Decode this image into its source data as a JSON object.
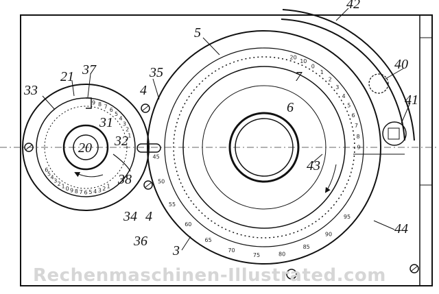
{
  "references": {
    "r33": "33",
    "r21": "21",
    "r37": "37",
    "r31": "31",
    "r20": "20",
    "r32": "32",
    "r38": "38",
    "r34": "34",
    "r36": "36",
    "r4a": "4",
    "r4b": "4",
    "r35": "35",
    "r5": "5",
    "r6": "6",
    "r7": "7",
    "r3": "3",
    "r43": "43",
    "r40": "40",
    "r41": "41",
    "r42": "42",
    "r44": "44"
  },
  "dial_labels": {
    "small_top": [
      "9",
      "8",
      "7",
      "6",
      "5",
      "4",
      "3",
      "2",
      "1"
    ],
    "small_bottom": [
      "6",
      "5",
      "4",
      "3",
      "2",
      "1",
      "0",
      "9",
      "8",
      "7",
      "6",
      "5",
      "4",
      "3",
      "2",
      "1"
    ],
    "large_outer": [
      "45",
      "50",
      "55",
      "60",
      "65",
      "70",
      "75",
      "80",
      "85",
      "90",
      "95"
    ],
    "right_scale": [
      "20",
      "10",
      "0",
      "1",
      "2",
      "3",
      "4",
      "5",
      "6",
      "7",
      "8",
      "9"
    ]
  },
  "watermark": "Rechenmaschinen-Illustrated.com"
}
